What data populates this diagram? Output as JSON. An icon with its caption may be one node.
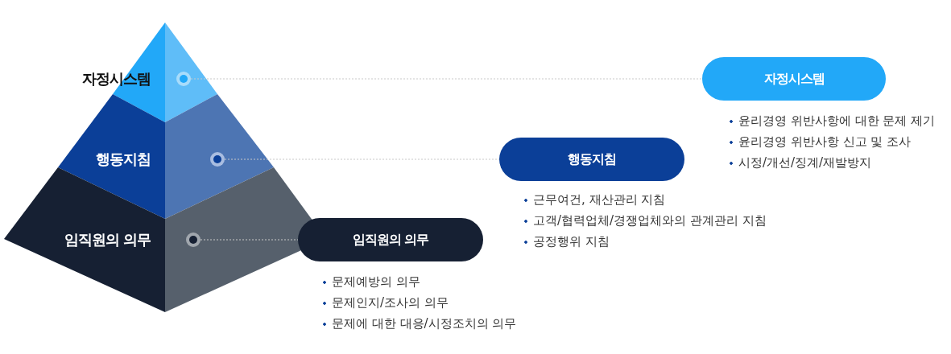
{
  "diagram": {
    "nodes": [
      {
        "text": [
          "자정시스템"
        ]
      },
      {
        "text": [
          "행동지침"
        ]
      },
      {
        "text": [
          "임직원의 의무"
        ]
      },
      {
        "text": [
          "자정시스템"
        ],
        "beside": [
          "윤리경영 위반사항에 대한 문제 제기",
          "윤리경영 위반사항 신고 및 조사",
          "시정/개선/징계/재발방지"
        ]
      },
      {
        "text": [
          "행동지침"
        ],
        "beside": [
          "근무여건, 재산관리 지침",
          "고객/협력업체/경쟁업체와의 관계관리 지침",
          "공정행위 지침"
        ]
      },
      {
        "text": [
          "임직원의 의무"
        ],
        "beside": [
          "문제예방의 의무",
          "문제인지/조사의 의무",
          "문제에 대한 대응/시정조치의  의무"
        ]
      }
    ],
    "edges": [
      {
        "from": 0,
        "to": 3,
        "arrow": "none",
        "style": "dashed"
      },
      {
        "from": 1,
        "to": 4,
        "arrow": "none",
        "style": "dashed"
      },
      {
        "from": 2,
        "to": 5,
        "arrow": "none",
        "style": "dashed"
      }
    ]
  }
}
